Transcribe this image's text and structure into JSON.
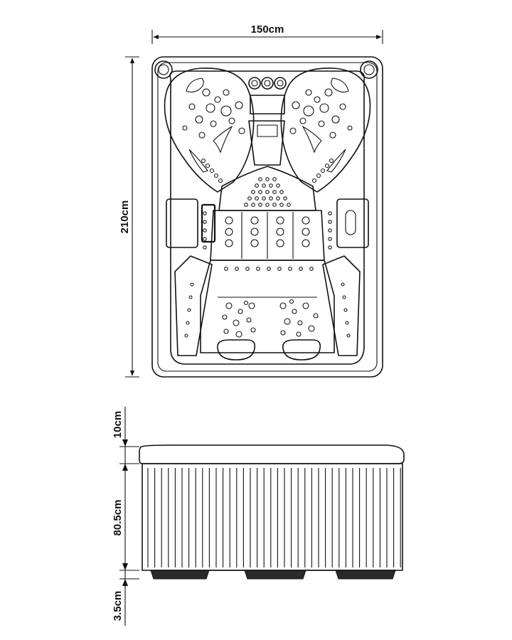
{
  "dimensions": {
    "width": "150cm",
    "length": "210cm",
    "lid_height": "10cm",
    "body_height": "80.5cm",
    "base_height": "3.5cm"
  },
  "colors": {
    "line": "#111111",
    "background": "#ffffff"
  }
}
